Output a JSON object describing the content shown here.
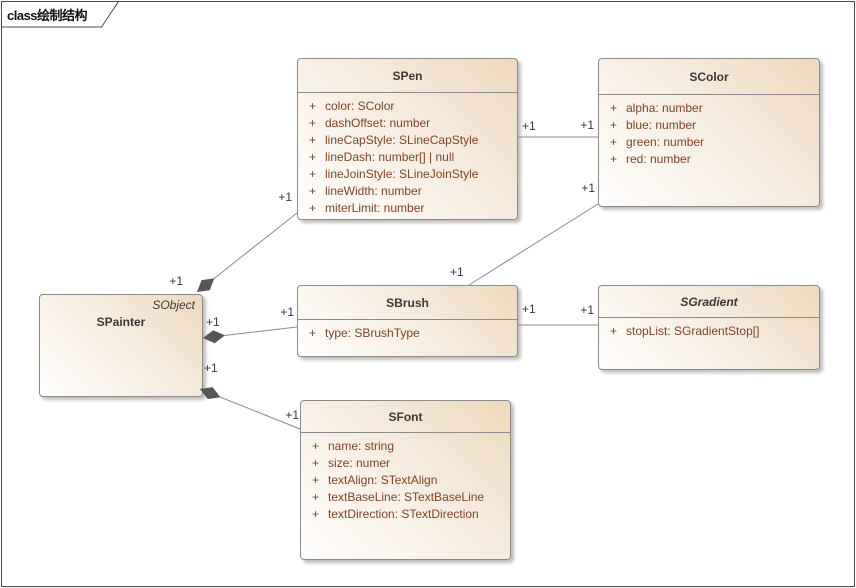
{
  "frame": {
    "label": "class绘制结构"
  },
  "classes": [
    {
      "id": "spainter",
      "name": "SPainter",
      "stereotype": "SObject",
      "abstract": false,
      "attributes": []
    },
    {
      "id": "spen",
      "name": "SPen",
      "abstract": false,
      "attributes": [
        {
          "visibility": "+",
          "text": "color: SColor"
        },
        {
          "visibility": "+",
          "text": "dashOffset: number"
        },
        {
          "visibility": "+",
          "text": "lineCapStyle: SLineCapStyle"
        },
        {
          "visibility": "+",
          "text": "lineDash: number[] | null"
        },
        {
          "visibility": "+",
          "text": "lineJoinStyle: SLineJoinStyle"
        },
        {
          "visibility": "+",
          "text": "lineWidth: number"
        },
        {
          "visibility": "+",
          "text": "miterLimit: number"
        }
      ]
    },
    {
      "id": "scolor",
      "name": "SColor",
      "abstract": false,
      "attributes": [
        {
          "visibility": "+",
          "text": "alpha: number"
        },
        {
          "visibility": "+",
          "text": "blue: number"
        },
        {
          "visibility": "+",
          "text": "green: number"
        },
        {
          "visibility": "+",
          "text": "red: number"
        }
      ]
    },
    {
      "id": "sbrush",
      "name": "SBrush",
      "abstract": false,
      "attributes": [
        {
          "visibility": "+",
          "text": "type: SBrushType"
        }
      ]
    },
    {
      "id": "sgradient",
      "name": "SGradient",
      "abstract": true,
      "attributes": [
        {
          "visibility": "+",
          "text": "stopList: SGradientStop[]"
        }
      ]
    },
    {
      "id": "sfont",
      "name": "SFont",
      "abstract": false,
      "attributes": [
        {
          "visibility": "+",
          "text": "name: string"
        },
        {
          "visibility": "+",
          "text": "size: numer"
        },
        {
          "visibility": "+",
          "text": "textAlign: STextAlign"
        },
        {
          "visibility": "+",
          "text": "textBaseLine: STextBaseLine"
        },
        {
          "visibility": "+",
          "text": "textDirection: STextDirection"
        }
      ]
    }
  ],
  "connections": [
    {
      "id": "painter-pen",
      "from": "SPainter",
      "to": "SPen",
      "type": "composition",
      "from_label": "+1",
      "to_label": "+1"
    },
    {
      "id": "painter-brush",
      "from": "SPainter",
      "to": "SBrush",
      "type": "composition",
      "from_label": "+1",
      "to_label": "+1"
    },
    {
      "id": "painter-font",
      "from": "SPainter",
      "to": "SFont",
      "type": "composition",
      "from_label": "+1",
      "to_label": "+1"
    },
    {
      "id": "pen-color",
      "from": "SPen",
      "to": "SColor",
      "type": "association",
      "from_label": "+1",
      "to_label": "+1"
    },
    {
      "id": "brush-color",
      "from": "SBrush",
      "to": "SColor",
      "type": "association",
      "from_label": "+1",
      "to_label": "+1"
    },
    {
      "id": "brush-gradient",
      "from": "SBrush",
      "to": "SGradient",
      "type": "association",
      "from_label": "+1",
      "to_label": "+1"
    }
  ],
  "colors": {
    "box_fill_dark": "#eed9bd",
    "box_fill_light": "#fffefd",
    "box_border": "#8a8a8a",
    "attribute_text": "#7c4425",
    "title_text": "#3b3834",
    "edge_line": "#8a8a8a",
    "composition_diamond": "#565656",
    "multiplicity_text": "#33373f",
    "frame_border": "#4a4a4a"
  }
}
